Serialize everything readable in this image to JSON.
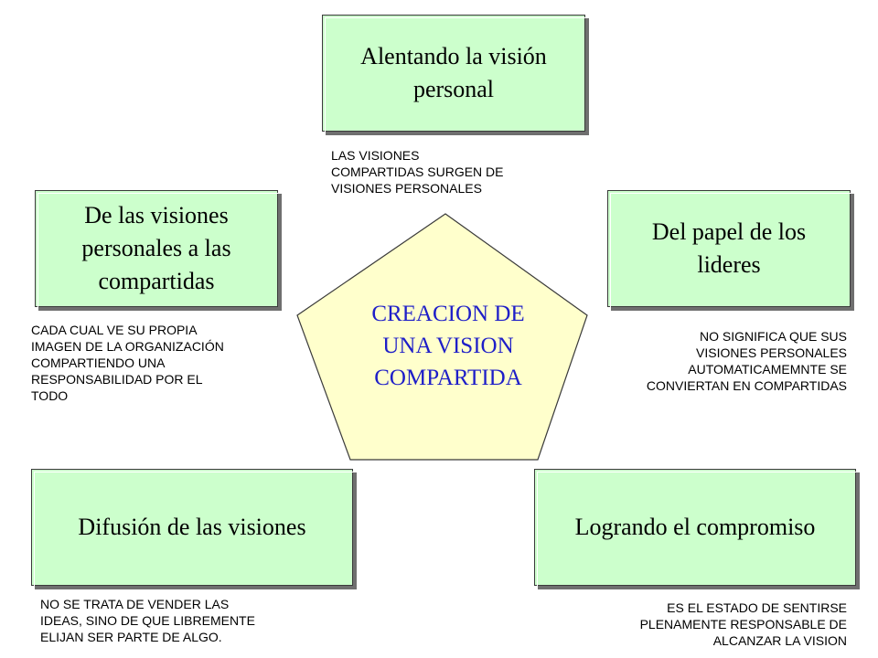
{
  "center": {
    "title": "CREACION DE\nUNA VISION\nCOMPARTIDA",
    "fill": "#ffffcc",
    "text_color": "#1e1ec8"
  },
  "box_fill": "#ccffcc",
  "nodes": {
    "top": {
      "label": "Alentando la visión personal",
      "note": "LAS VISIONES\nCOMPARTIDAS SURGEN DE\nVISIONES PERSONALES"
    },
    "left": {
      "label": "De las visiones personales a las compartidas",
      "note": "CADA CUAL VE SU PROPIA\nIMAGEN DE LA ORGANIZACIÓN\nCOMPARTIENDO UNA\nRESPONSABILIDAD POR EL\nTODO"
    },
    "right": {
      "label": "Del papel de los lideres",
      "note": "NO SIGNIFICA QUE SUS\nVISIONES PERSONALES\nAUTOMATICAMEMNTE SE\nCONVIERTAN EN COMPARTIDAS"
    },
    "bottom_left": {
      "label": "Difusión de las visiones",
      "note": "NO SE TRATA DE VENDER LAS\nIDEAS, SINO DE QUE LIBREMENTE\nELIJAN SER PARTE DE ALGO."
    },
    "bottom_right": {
      "label": "Logrando el compromiso",
      "note": "ES EL ESTADO DE SENTIRSE\nPLENAMENTE RESPONSABLE DE\nALCANZAR LA VISION"
    }
  }
}
